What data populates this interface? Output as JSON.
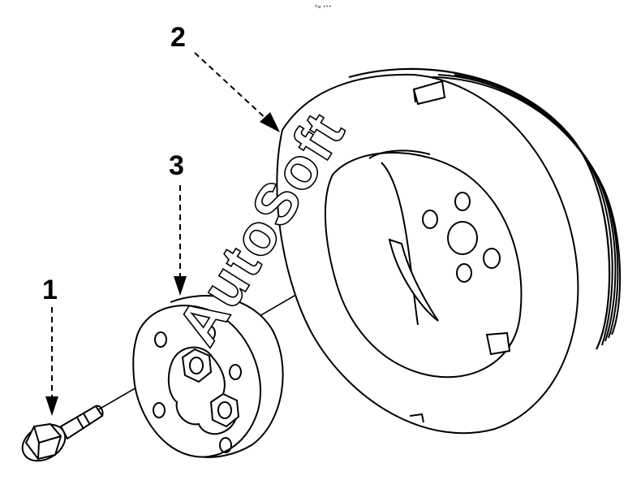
{
  "header": {
    "tiny_mark": "º≤ •••"
  },
  "callouts": [
    {
      "label": "1",
      "part": "bolt"
    },
    {
      "label": "2",
      "part": "crankshaft-pulley"
    },
    {
      "label": "3",
      "part": "hub-washer"
    }
  ],
  "watermark": "AutoSoft",
  "colors": {
    "line": "#000000",
    "background": "#ffffff",
    "watermark": "#ffffff"
  }
}
